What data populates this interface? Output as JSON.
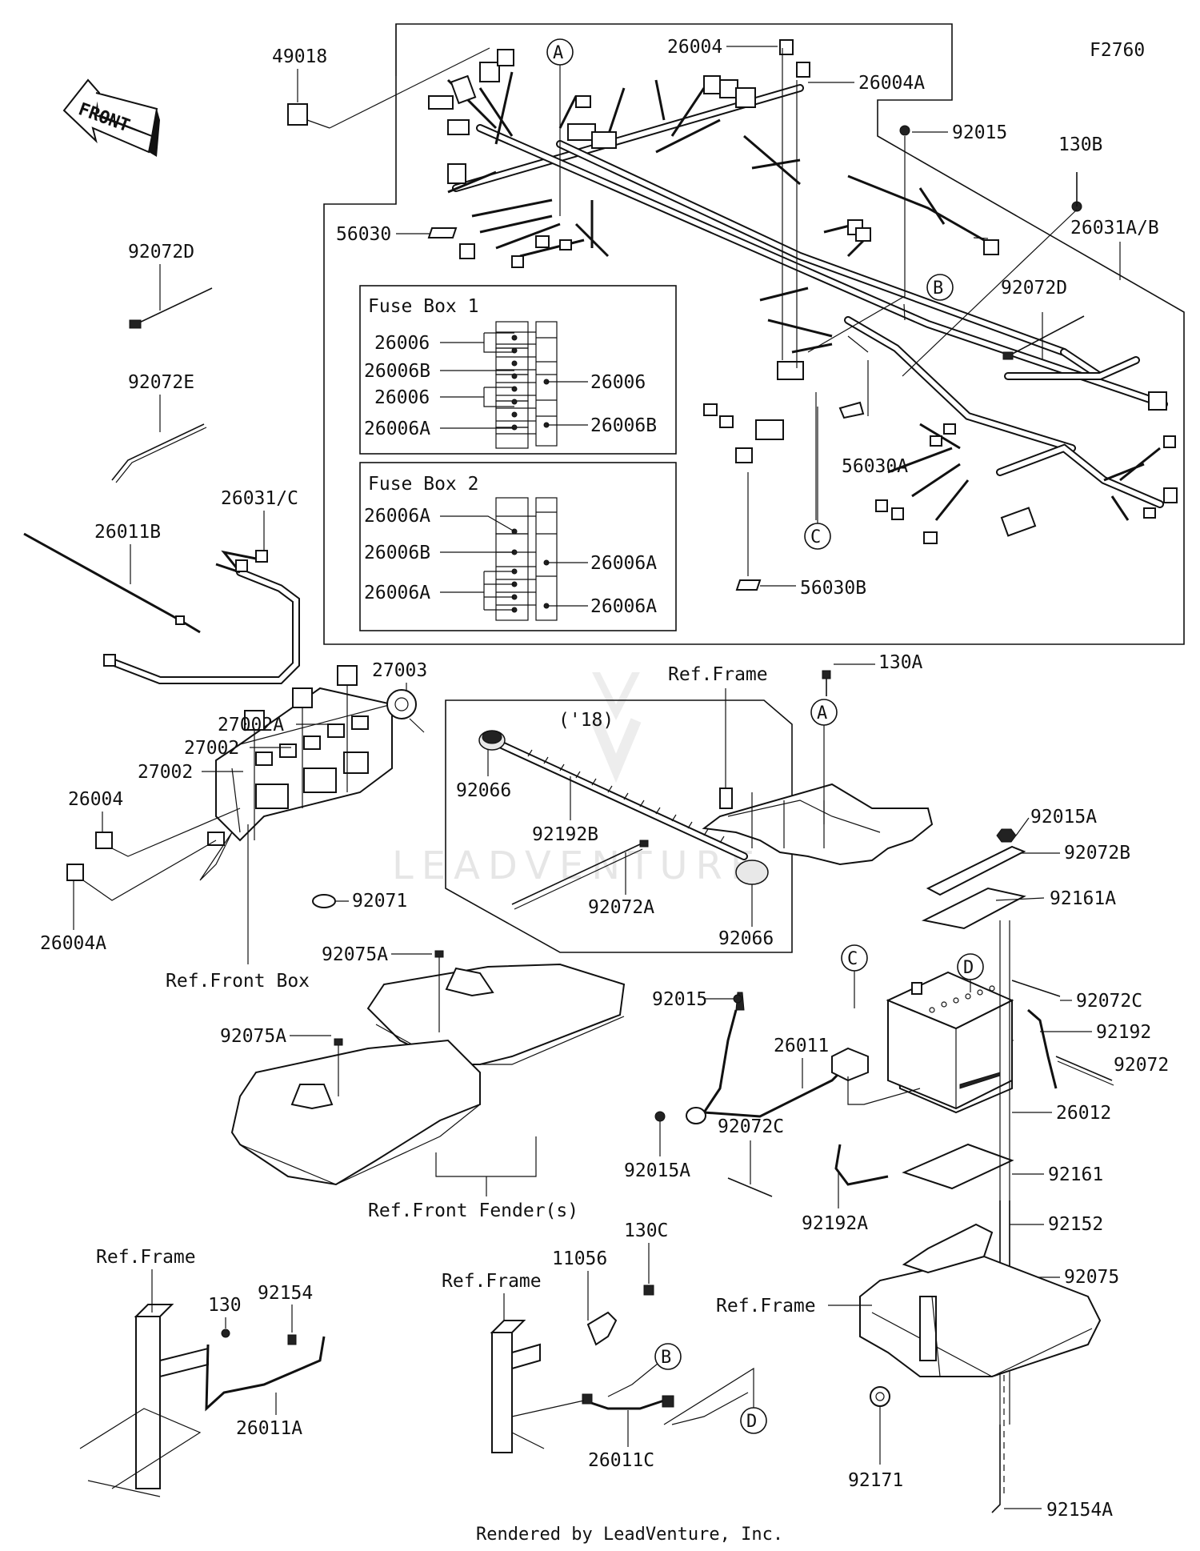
{
  "diagram_code": "F2760",
  "footer": "Rendered by LeadVenture, Inc.",
  "watermark": "LEADVENTURE",
  "front_arrow_label": "FRONT",
  "fuse_box_1": {
    "title": "Fuse Box 1",
    "left_labels": [
      "26006",
      "26006B",
      "26006",
      "26006A"
    ],
    "right_labels": [
      "26006",
      "26006B"
    ]
  },
  "fuse_box_2": {
    "title": "Fuse Box 2",
    "left_labels": [
      "26006A",
      "26006B",
      "26006A"
    ],
    "right_labels": [
      "26006A",
      "26006A"
    ]
  },
  "year_note": "('18)",
  "callouts": [
    "A",
    "B",
    "C",
    "D"
  ],
  "parts": [
    "49018",
    "26004",
    "26004A",
    "92015",
    "130B",
    "26031A/B",
    "56030",
    "92072D",
    "92072D",
    "92072E",
    "26031/C",
    "26011B",
    "56030A",
    "56030B",
    "27003",
    "27002A",
    "27002",
    "27002",
    "26004",
    "26004A",
    "92071",
    "92066",
    "92192B",
    "92072A",
    "92066",
    "130A",
    "92015A",
    "92072B",
    "92161A",
    "92075A",
    "92075A",
    "92015",
    "26011",
    "92072C",
    "92192",
    "92072",
    "26012",
    "92015A",
    "92072C",
    "92161",
    "92192A",
    "92152",
    "92075",
    "130C",
    "11056",
    "130",
    "92154",
    "26011A",
    "26011C",
    "92171",
    "92154A"
  ],
  "refs": [
    "Ref.Frame",
    "Ref.Front Box",
    "Ref.Front Fender(s)",
    "Ref.Frame",
    "Ref.Frame",
    "Ref.Frame"
  ]
}
